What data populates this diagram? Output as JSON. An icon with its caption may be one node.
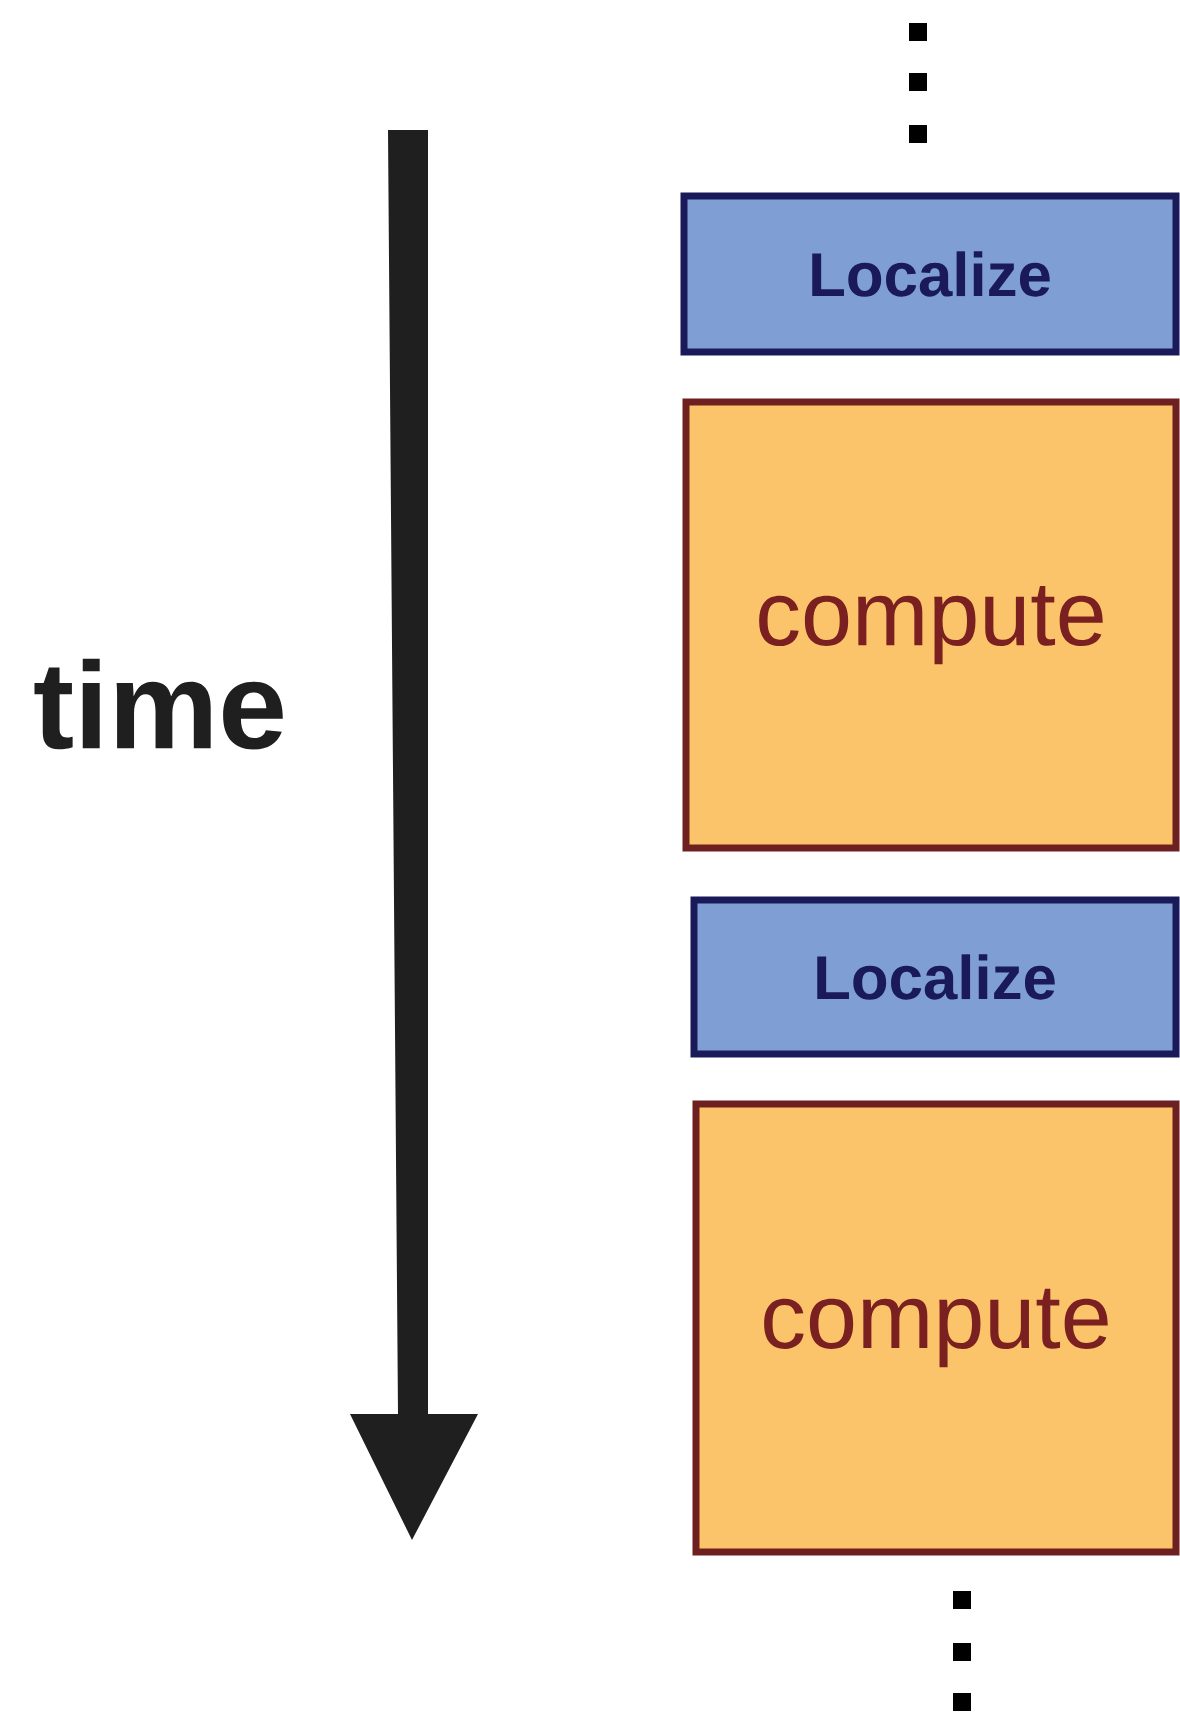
{
  "diagram": {
    "nodes": [
      {
        "text": [
          "Localize"
        ]
      },
      {
        "text": [
          "compute"
        ]
      },
      {
        "text": [
          "Localize"
        ]
      },
      {
        "text": [
          "compute"
        ]
      }
    ],
    "labels": [
      "time"
    ]
  }
}
